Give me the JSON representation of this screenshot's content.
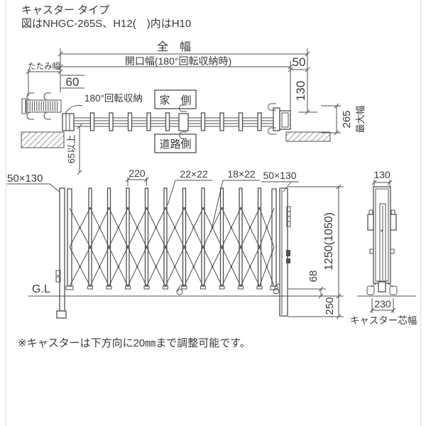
{
  "header": {
    "line1": "キャスター タイプ",
    "line2": "図はNHGC-265S、H12(　)内はH10"
  },
  "plan_view": {
    "total_width_label": "全　幅",
    "opening_width_label": "開口幅(180°回転収納時)",
    "folded_width_label": "たたみ幅",
    "dim_60": "60",
    "dim_50": "50",
    "dim_130": "130",
    "dim_265": "265",
    "max_width_label": "最大幅",
    "rotation_label": "180°回転収納",
    "house_side_label": "家　側",
    "road_side_label": "道路側",
    "clearance_label": "65以上"
  },
  "elevation_view": {
    "left_post_label": "50×130",
    "right_post_label": "50×130",
    "picket_pitch": "220",
    "picket_size": "22×22",
    "brace_size": "18×22",
    "ground_label": "G.L",
    "height_label": "1250(1050)",
    "dim_68": "68",
    "embed_depth": "250"
  },
  "side_view": {
    "dim_130": "130",
    "dim_230": "230",
    "caster_width_label": "キャスター芯幅"
  },
  "footnote": "※キャスターは下方向に20㎜まで調整可能です。"
}
